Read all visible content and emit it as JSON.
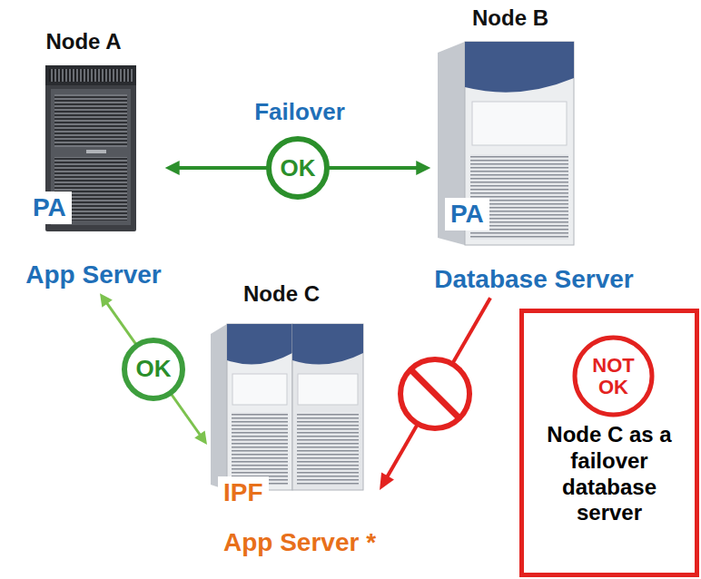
{
  "diagram": {
    "nodes": [
      {
        "text": [
          "Node A",
          "PA",
          "App Server"
        ]
      },
      {
        "text": [
          "Node B",
          "PA",
          "Database Server"
        ]
      },
      {
        "text": [
          "Node C",
          "IPF",
          "App Server *"
        ]
      },
      {
        "text": [
          "Node C as a failover database server"
        ]
      },
      {
        "text": [
          "NOT OK"
        ],
        "in": 3
      }
    ],
    "edges": [
      {
        "from": 0,
        "to": 1,
        "arrow": "both",
        "label": "OK"
      },
      {
        "from": 0,
        "to": 2,
        "arrow": "both",
        "label": "OK"
      },
      {
        "from": 1,
        "to": 2,
        "arrow": "to"
      }
    ],
    "labels": [
      "Failover"
    ]
  }
}
